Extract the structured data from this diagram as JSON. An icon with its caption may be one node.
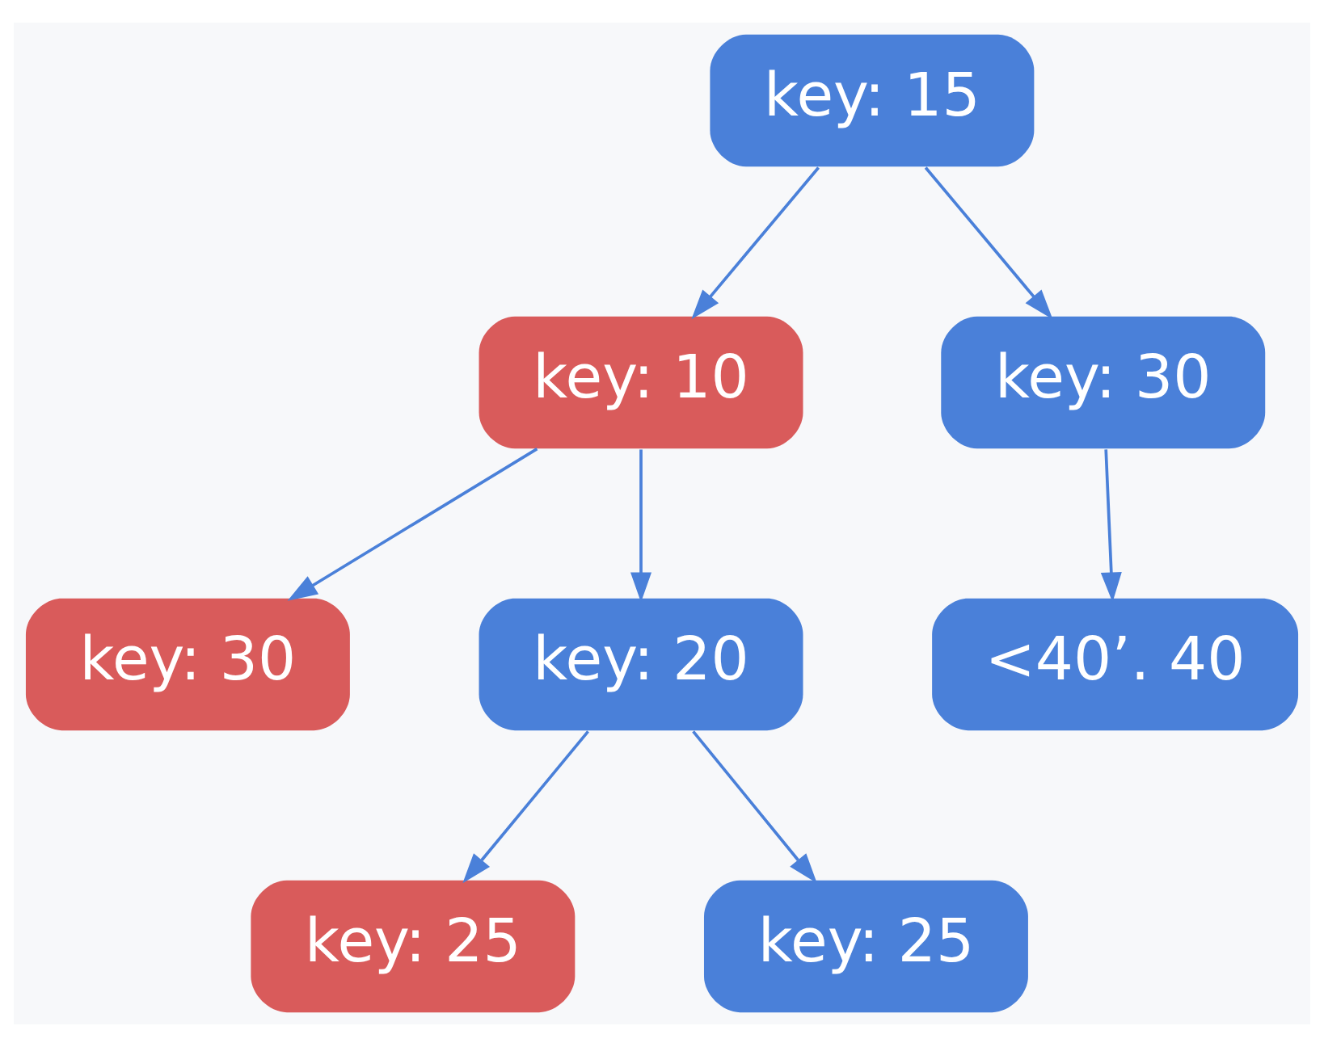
{
  "diagram": {
    "nodes": [
      {
        "text": [
          "key: 15"
        ]
      },
      {
        "text": [
          "key: 10"
        ]
      },
      {
        "text": [
          "key: 30"
        ]
      },
      {
        "text": [
          "key: 30"
        ]
      },
      {
        "text": [
          "key: 20"
        ]
      },
      {
        "text": [
          "<40’. 40"
        ]
      },
      {
        "text": [
          "key: 25"
        ]
      },
      {
        "text": [
          "key: 25"
        ]
      }
    ],
    "edges": [
      {
        "from": 0,
        "to": 1,
        "arrow": "to"
      },
      {
        "from": 0,
        "to": 2,
        "arrow": "to"
      },
      {
        "from": 1,
        "to": 3,
        "arrow": "to"
      },
      {
        "from": 1,
        "to": 4,
        "arrow": "to"
      },
      {
        "from": 2,
        "to": 5,
        "arrow": "to"
      },
      {
        "from": 4,
        "to": 6,
        "arrow": "to"
      },
      {
        "from": 4,
        "to": 7,
        "arrow": "to"
      }
    ]
  }
}
